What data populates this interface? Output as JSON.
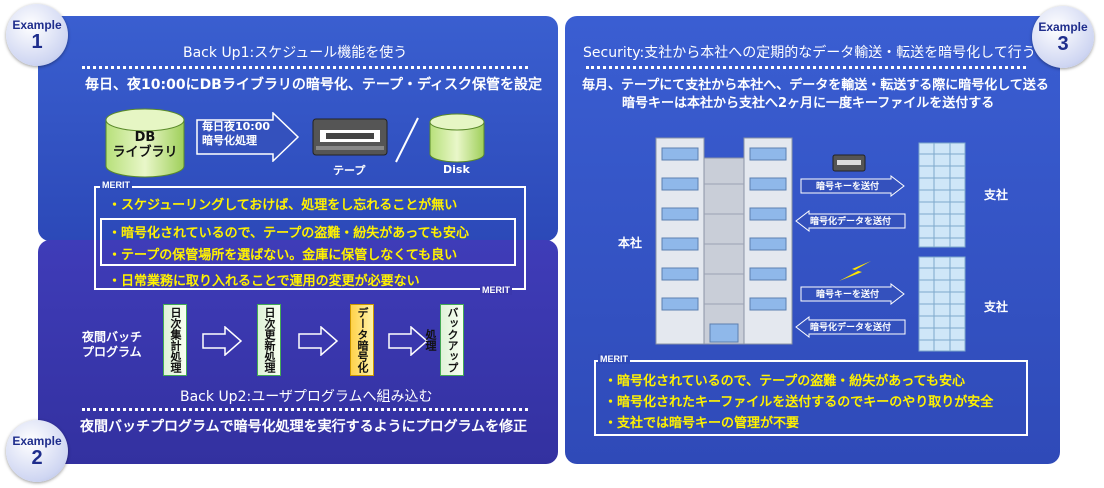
{
  "badges": {
    "ex1": {
      "word": "Example",
      "num": "1"
    },
    "ex2": {
      "word": "Example",
      "num": "2"
    },
    "ex3": {
      "word": "Example",
      "num": "3"
    }
  },
  "backup1": {
    "title": "Back Up1:スケジュール機能を使う",
    "subtitle": "毎日、夜10:00にDBライブラリの暗号化、テープ・ディスク保管を設定",
    "db_line1": "DB",
    "db_line2": "ライブラリ",
    "process_line1": "毎日夜10:00",
    "process_line2": "暗号化処理",
    "tape_label": "テープ",
    "disk_label": "Disk"
  },
  "merit_shared": {
    "label_top": "MERIT",
    "label_bottom": "MERIT",
    "items": [
      "・スケジューリングしておけば、処理をし忘れることが無い",
      "・暗号化されているので、テープの盗難・紛失があっても安心",
      "・テープの保管場所を選ばない。金庫に保管しなくても良い",
      "・日常業務に取り入れることで運用の変更が必要ない"
    ]
  },
  "backup2": {
    "batch_line1": "夜間バッチ",
    "batch_line2": "プログラム",
    "steps": [
      "日次集計処理",
      "日次更新処理",
      "データ暗号化",
      "バックアップ処理"
    ],
    "title": "Back Up2:ユーザプログラムへ組み込む",
    "subtitle": "夜間バッチプログラムで暗号化処理を実行するようにプログラムを修正"
  },
  "security": {
    "title": "Security:支社から本社への定期的なデータ輸送・転送を暗号化して行う",
    "line1": "毎月、テープにて支社から本社へ、データを輸送・転送する際に暗号化して送る",
    "line2": "暗号キーは本社から支社へ2ヶ月に一度キーファイルを送付する",
    "hq_label": "本社",
    "branch1_label": "支社",
    "branch2_label": "支社",
    "arrow_send_key_1": "暗号キーを送付",
    "arrow_send_data_1": "暗号化データを送付",
    "arrow_send_key_2": "暗号キーを送付",
    "arrow_send_data_2": "暗号化データを送付",
    "merit_label": "MERIT",
    "merits": [
      "・暗号化されているので、テープの盗難・紛失があっても安心",
      "・暗号化されたキーファイルを送付するのでキーのやり取りが安全",
      "・支社では暗号キーの管理が不要"
    ]
  },
  "colors": {
    "merit_text": "#fff200",
    "panel_blue": "#2f4ab8",
    "panel_purple": "#3a37ad"
  }
}
